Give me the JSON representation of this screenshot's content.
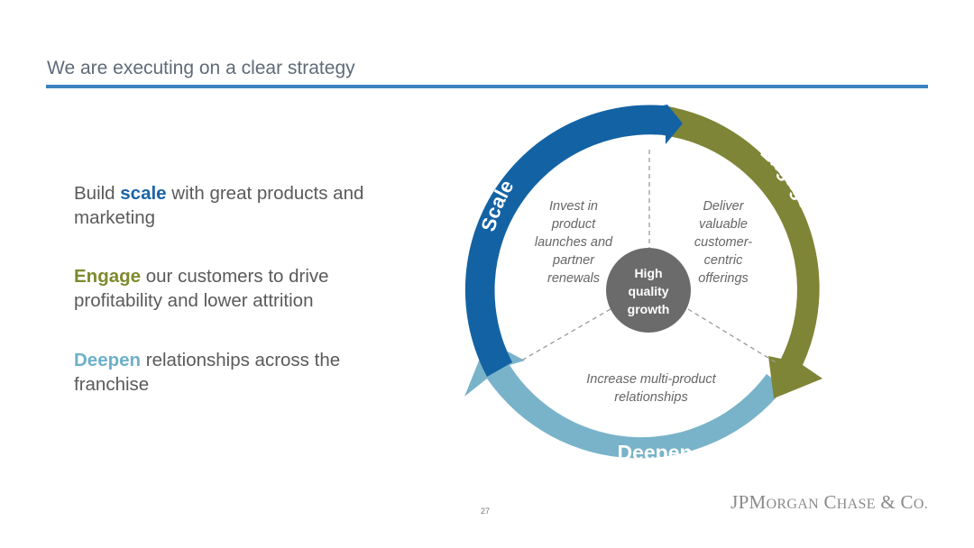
{
  "slide": {
    "title": "We are executing on a clear strategy",
    "page_number": "27"
  },
  "bullets": [
    {
      "keyword": "scale",
      "pre": "Build ",
      "post": " with great products and marketing",
      "color": "#1a64a8"
    },
    {
      "keyword": "Engage",
      "pre": "",
      "post": " our customers to drive profitability and lower attrition",
      "color": "#7d8a2e"
    },
    {
      "keyword": "Deepen",
      "pre": "",
      "post": " relationships across the franchise",
      "color": "#6eb0cb"
    }
  ],
  "cycle": {
    "arcs": [
      {
        "label": "Scale",
        "color": "#1363a4"
      },
      {
        "label": "Engage",
        "color": "#7f8536"
      },
      {
        "label": "Deepen",
        "color": "#79b3c9"
      }
    ],
    "segments": {
      "top_left": [
        "Invest in",
        "product",
        "launches and",
        "partner",
        "renewals"
      ],
      "top_right": [
        "Deliver",
        "valuable",
        "customer-",
        "centric",
        "offerings"
      ],
      "bottom": [
        "Increase multi-product",
        "relationships"
      ]
    },
    "hub": [
      "High",
      "quality",
      "growth"
    ],
    "hub_color": "#6b6b6b"
  },
  "logo": {
    "jp": "JP",
    "m": "M",
    "organ": "ORGAN",
    "c": "C",
    "hase": "HASE",
    "amp": " & ",
    "co_c": "C",
    "co_o": "O."
  }
}
